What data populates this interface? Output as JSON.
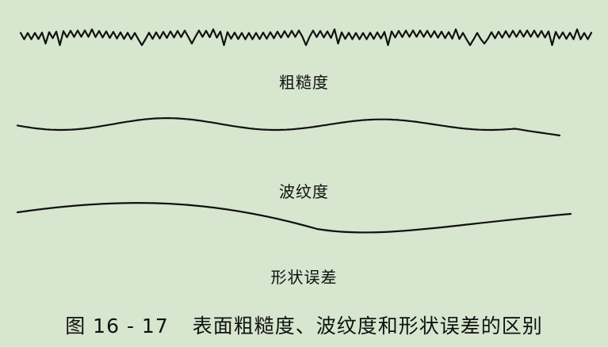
{
  "labels": {
    "roughness": "粗糙度",
    "waviness": "波纹度",
    "form_error": "形状误差"
  },
  "caption": {
    "figure_number": "图 16 - 17",
    "title": "表面粗糙度、波纹度和形状误差的区别"
  },
  "colors": {
    "background": "#d6e6cf",
    "ink": "#111111"
  }
}
